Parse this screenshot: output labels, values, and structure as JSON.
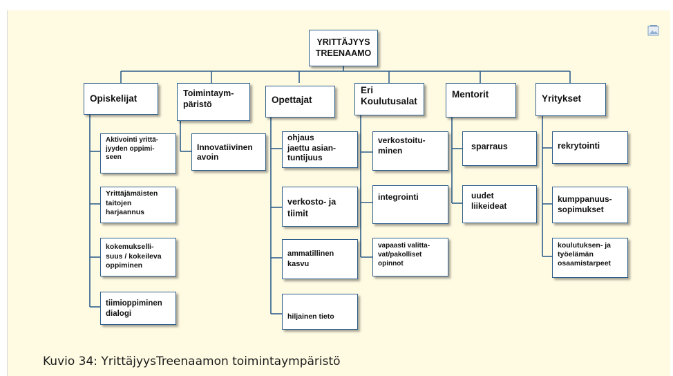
{
  "diagram": {
    "root": "YRITTÄJYYS\nTREENAAMO",
    "columns": [
      {
        "label": "Opiskelijat",
        "items": [
          "Aktivointi yrittä-\njyyden oppimi-\nseen",
          "Yrittäjämäisten\ntaitojen\nharjaannus",
          "kokemukselli-\nsuus / kokeileva\noppiminen",
          "tiimioppiminen\ndialogi"
        ]
      },
      {
        "label": "Toimintaym-\npäristö",
        "items": [
          "Innovatiivinen\navoin"
        ]
      },
      {
        "label": "Opettajat",
        "items": [
          "ohjaus\njaettu asian-\ntuntijuus",
          "verkosto- ja\ntiimit",
          "ammatillinen\nkasvu",
          "hiljainen tieto"
        ]
      },
      {
        "label": "Eri\nKoulutusalat",
        "items": [
          "verkostoitu-\nminen",
          "integrointi",
          "vapaasti valitta-\nvat/pakolliset\nopinnot"
        ]
      },
      {
        "label": "Mentorit",
        "items": [
          "sparraus",
          "uudet\nliikeideat"
        ]
      },
      {
        "label": "Yritykset",
        "items": [
          "rekrytointi",
          "kumppanuus-\nsopimukset",
          "koulutuksen- ja\ntyöelämän\nosaamistarpeet"
        ]
      }
    ]
  },
  "caption": "Kuvio 34: YrittäjyysTreenaamon toimintaympäristö",
  "icons": {
    "corner": "image-icon"
  },
  "colors": {
    "background": "#fffbe3",
    "line": "#2d5e8b",
    "box_border": "#2d5e8b"
  }
}
